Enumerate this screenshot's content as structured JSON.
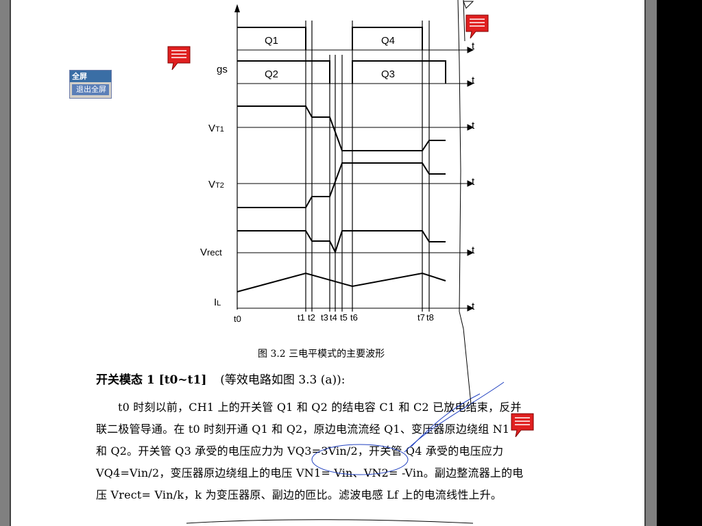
{
  "fullscreen_menu": {
    "title": "全屏",
    "exit_label": "退出全屏"
  },
  "figure": {
    "caption": "图 3.2 三电平模式的主要波形",
    "gs_label": "gs",
    "signals": [
      "Q1",
      "Q4",
      "Q2",
      "Q3"
    ],
    "rows": [
      "VT1",
      "VT2",
      "Vrect",
      "IL"
    ],
    "axis_label": "t",
    "time_labels": [
      "t0",
      "t1",
      "t2",
      "t3",
      "t4",
      "t5",
      "t6",
      "t7",
      "t8"
    ]
  },
  "section": {
    "heading": "开关模态 1 [t0~t1]",
    "heading_note": "(等效电路如图 3.3 (a)):"
  },
  "paragraph_lines": [
    "t0 时刻以前，CH1 上的开关管 Q1 和 Q2 的结电容 C1 和 C2 已放电结束，反并",
    "联二极管导通。在 t0 时刻开通 Q1 和 Q2，原边电流流经 Q1、变压器原边绕组 N1",
    "和  Q2。开关管  Q3 承受的电压应力为 VQ3=3Vin/2，开关管  Q4 承受的电压应力",
    "VQ4=Vin/2，变压器原边绕组上的电压 VN1= Vin、VN2= -Vin。副边整流器上的电",
    "压 Vrect= Vin/k，k 为变压器原、副边的匝比。滤波电感 Lf 上的电流线性上升。"
  ],
  "colors": {
    "background": "#000000",
    "page": "#ffffff",
    "note_icon": "#e02020",
    "annotation_ink": "#2040c0",
    "menu_title": "#3a6ea5"
  },
  "icons": [
    "note-icon",
    "note-icon",
    "note-icon"
  ]
}
